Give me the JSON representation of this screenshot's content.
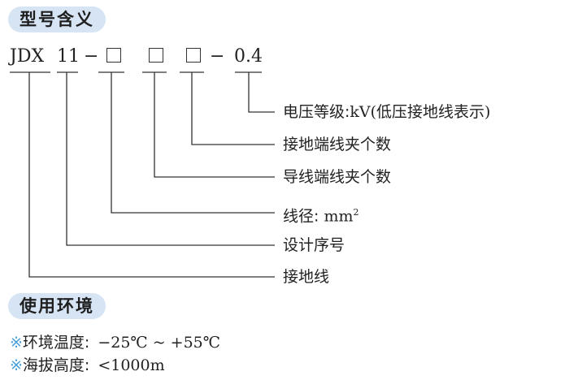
{
  "sections": {
    "model_meaning_title": "型号含义",
    "usage_env_title": "使用环境"
  },
  "model_code": {
    "prefix": "JDX",
    "series": "11",
    "dash1": "−",
    "dash2": "−",
    "suffix": "0.4"
  },
  "legend": {
    "voltage_label": "电压等级:",
    "voltage_value": "kV(低压接地线表示)",
    "ground_clamp_count": "接地端线夹个数",
    "wire_clamp_count": "导线端线夹个数",
    "wire_diameter_label": "线径:",
    "wire_diameter_unit": "mm",
    "wire_diameter_sup": "2",
    "design_no": "设计序号",
    "ground_wire": "接地线"
  },
  "environment": {
    "mark": "※",
    "temp_label": "环境温度:",
    "temp_value": "−25℃ ~ +55℃",
    "altitude_label": "海拔高度:",
    "altitude_value": "<1000m"
  }
}
